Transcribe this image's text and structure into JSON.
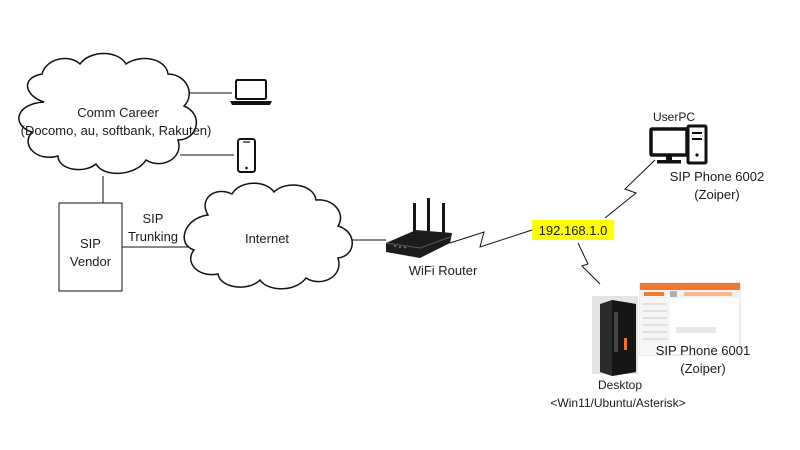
{
  "clouds": {
    "comm_career": {
      "line1": "Comm Career",
      "line2": "(Docomo, au, softbank, Rakuten)"
    },
    "internet": {
      "label": "Internet"
    }
  },
  "sip_vendor": {
    "line1": "SIP",
    "line2": "Vendor"
  },
  "sip_trunking": {
    "line1": "SIP",
    "line2": "Trunking"
  },
  "wifi_router": {
    "label": "WiFi Router"
  },
  "subnet": {
    "label": "192.168.1.0",
    "highlight_color": "#ffff00"
  },
  "userpc": {
    "label": "UserPC",
    "phone_line1": "SIP Phone 6002",
    "phone_line2": "(Zoiper)"
  },
  "desktop": {
    "phone_line1": "SIP Phone 6001",
    "phone_line2": "(Zoiper)",
    "label_line1": "Desktop",
    "label_line2": "<Win11/Ubuntu/Asterisk>"
  }
}
